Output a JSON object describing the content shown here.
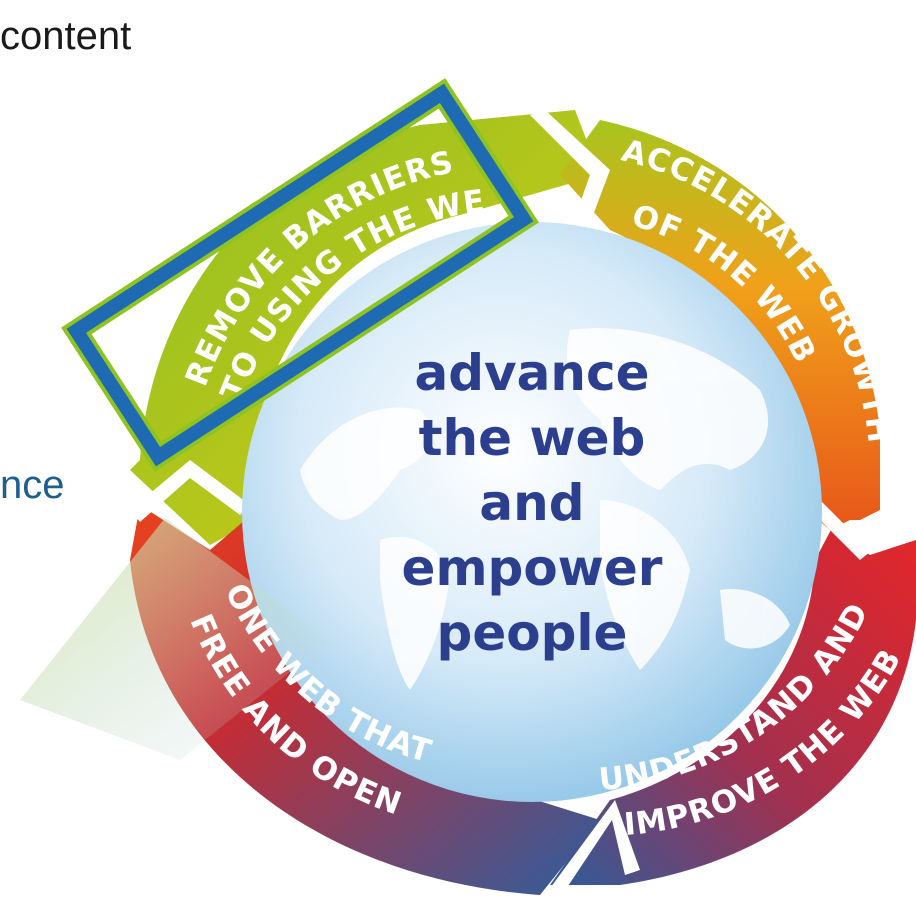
{
  "slide": {
    "text_top": "content",
    "text_left": "nce"
  },
  "diagram": {
    "center_lines": [
      "advance",
      "the web",
      "and",
      "empower",
      "people"
    ],
    "segments": [
      {
        "name": "remove-barriers",
        "lines": [
          "REMOVE BARRIERS",
          "TO USING THE WEB"
        ]
      },
      {
        "name": "accelerate-growth",
        "lines": [
          "ACCELERATE GROWTH",
          "OF THE WEB"
        ]
      },
      {
        "name": "understand-improve",
        "lines": [
          "UNDERSTAND AND",
          "IMPROVE THE WEB"
        ]
      },
      {
        "name": "one-web",
        "lines": [
          "ONE WEB THAT IS",
          "FREE AND OPEN"
        ]
      }
    ],
    "colors": {
      "ring_top": "#9bc31b",
      "ring_orange": "#ef8a17",
      "ring_red": "#d8242b",
      "ring_blue": "#2a5f9e",
      "center_text": "#2c3f8f",
      "globe_light": "#e6f2fb",
      "globe_dark": "#8cc3e6",
      "highlight_border": "#1e6bb3",
      "highlight_outline": "#8fc31f"
    }
  }
}
